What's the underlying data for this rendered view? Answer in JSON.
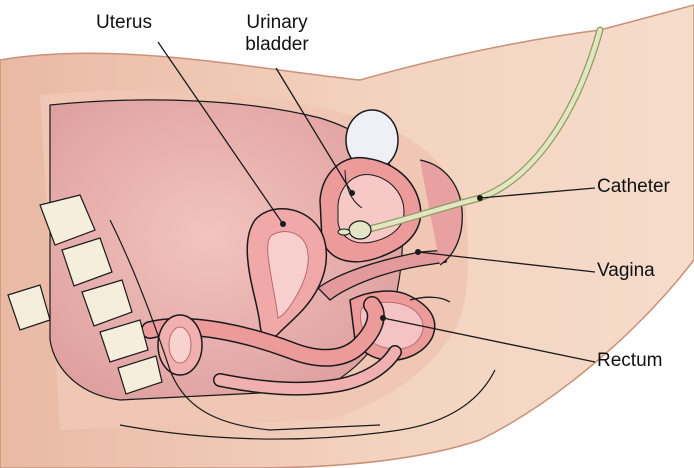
{
  "labels": {
    "uterus": "Uterus",
    "urinary_bladder_line1": "Urinary",
    "urinary_bladder_line2": "bladder",
    "catheter": "Catheter",
    "vagina": "Vagina",
    "rectum": "Rectum"
  },
  "colors": {
    "skin": "#f3d3c0",
    "skin_edge": "#d9a58c",
    "cavity": "#e5a7a7",
    "organ": "#ec9a9a",
    "organ_dark": "#cf6f75",
    "bone": "#f5eedc",
    "bone_edge": "#c8b89a",
    "catheter": "#e3e6c4",
    "catheter_edge": "#8e9a5c",
    "outline": "#1a1a1a",
    "label_text": "#111111"
  }
}
